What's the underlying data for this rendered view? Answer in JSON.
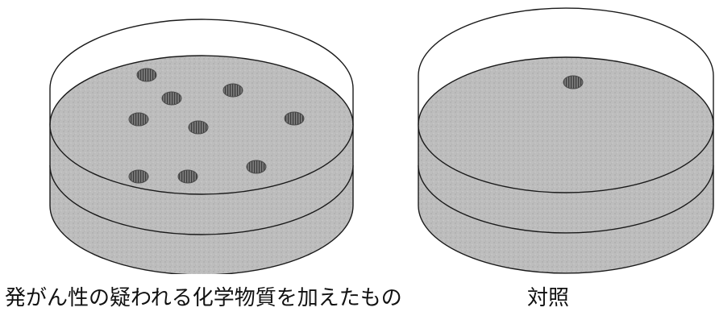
{
  "dishes": [
    {
      "caption": "発がん性の疑われる化学物質を加えたもの",
      "colony_count": 9
    },
    {
      "caption": "対照",
      "colony_count": 1
    }
  ],
  "colors": {
    "agar": "#bdbdbd",
    "agar_speckle": "#a8a8a8",
    "outline": "#1a1a1a",
    "colony": "#6a6a6a",
    "colony_stripe": "#3d3d3d"
  }
}
